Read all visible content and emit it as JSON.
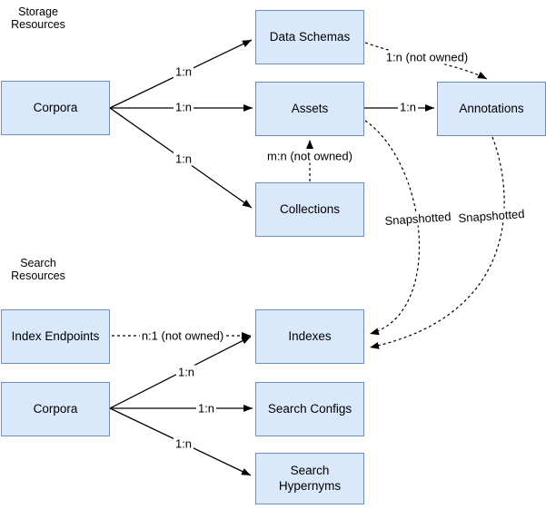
{
  "sections": {
    "storage": {
      "label": "Storage Resources"
    },
    "search": {
      "label": "Search Resources"
    }
  },
  "nodes": {
    "corpora_storage": {
      "label": "Corpora"
    },
    "data_schemas": {
      "label": "Data Schemas"
    },
    "assets": {
      "label": "Assets"
    },
    "annotations": {
      "label": "Annotations"
    },
    "collections": {
      "label": "Collections"
    },
    "index_endpoints": {
      "label": "Index Endpoints"
    },
    "corpora_search": {
      "label": "Corpora"
    },
    "indexes": {
      "label": "Indexes"
    },
    "search_configs": {
      "label": "Search Configs"
    },
    "search_hypernyms": {
      "label": "Search Hypernyms"
    }
  },
  "edges": {
    "corpora_to_data_schemas": {
      "from": "Corpora",
      "to": "Data Schemas",
      "label": "1:n",
      "style": "solid"
    },
    "corpora_to_assets": {
      "from": "Corpora",
      "to": "Assets",
      "label": "1:n",
      "style": "solid"
    },
    "corpora_to_collections": {
      "from": "Corpora",
      "to": "Collections",
      "label": "1:n",
      "style": "solid"
    },
    "data_schemas_to_annotations": {
      "from": "Data Schemas",
      "to": "Annotations",
      "label": "1:n (not owned)",
      "style": "dashed"
    },
    "assets_to_annotations": {
      "from": "Assets",
      "to": "Annotations",
      "label": "1:n",
      "style": "solid"
    },
    "collections_to_assets": {
      "from": "Collections",
      "to": "Assets",
      "label": "m:n (not owned)",
      "style": "dashed"
    },
    "assets_to_indexes": {
      "from": "Assets",
      "to": "Indexes",
      "label": "Snapshotted",
      "style": "dashed"
    },
    "annotations_to_indexes": {
      "from": "Annotations",
      "to": "Indexes",
      "label": "Snapshotted",
      "style": "dashed"
    },
    "index_endpoints_to_indexes": {
      "from": "Index Endpoints",
      "to": "Indexes",
      "label": "n:1 (not owned)",
      "style": "dashed"
    },
    "corpora_to_indexes": {
      "from": "Corpora",
      "to": "Indexes",
      "label": "1:n",
      "style": "solid"
    },
    "corpora_to_search_configs": {
      "from": "Corpora",
      "to": "Search Configs",
      "label": "1:n",
      "style": "solid"
    },
    "corpora_to_search_hypernyms": {
      "from": "Corpora",
      "to": "Search Hypernyms",
      "label": "1:n",
      "style": "solid"
    }
  },
  "colors": {
    "node_fill": "#dae8fc",
    "node_border": "#6c8ebf",
    "edge_line": "#000000",
    "label_bg": "#ffffff",
    "background": "#ffffff"
  }
}
